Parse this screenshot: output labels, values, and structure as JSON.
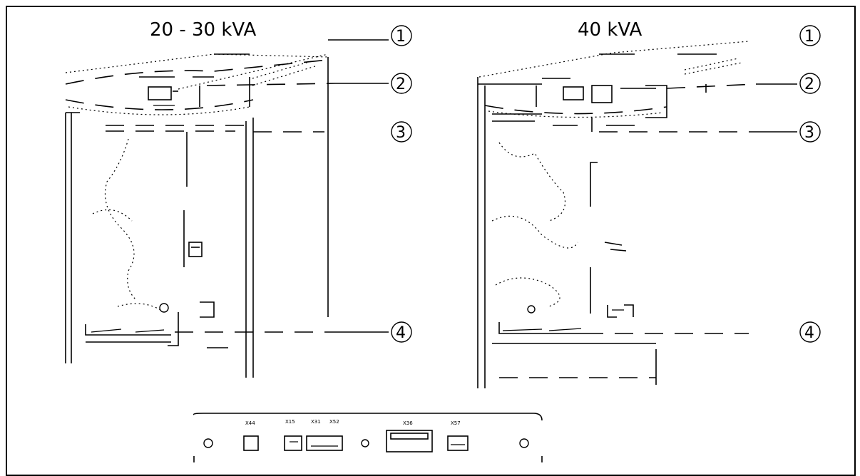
{
  "titles": {
    "left": "20 - 30 kVA",
    "right": "40 kVA"
  },
  "callouts": {
    "left": [
      "1",
      "2",
      "3",
      "4"
    ],
    "right": [
      "1",
      "2",
      "3",
      "4"
    ]
  },
  "bottom_panel": {
    "labels": [
      "X44",
      "X15",
      "X31",
      "X52",
      "X36",
      "X57"
    ]
  }
}
